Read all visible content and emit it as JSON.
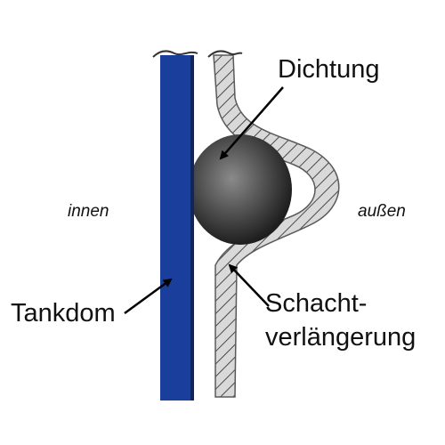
{
  "labels": {
    "seal": "Dichtung",
    "tank_dome": "Tankdom",
    "shaft_extension_line1": "Schacht-",
    "shaft_extension_line2": "verlängerung",
    "inside": "innen",
    "outside": "außen"
  },
  "colors": {
    "tank_dome_fill": "#1a3e9c",
    "tank_dome_edge": "#0d2560",
    "shaft_wall_fill": "#d9d9d9",
    "shaft_hatch": "#4a4a4a",
    "seal_light": "#8a8a8a",
    "seal_dark": "#1e1e1e",
    "arrow": "#000000"
  }
}
